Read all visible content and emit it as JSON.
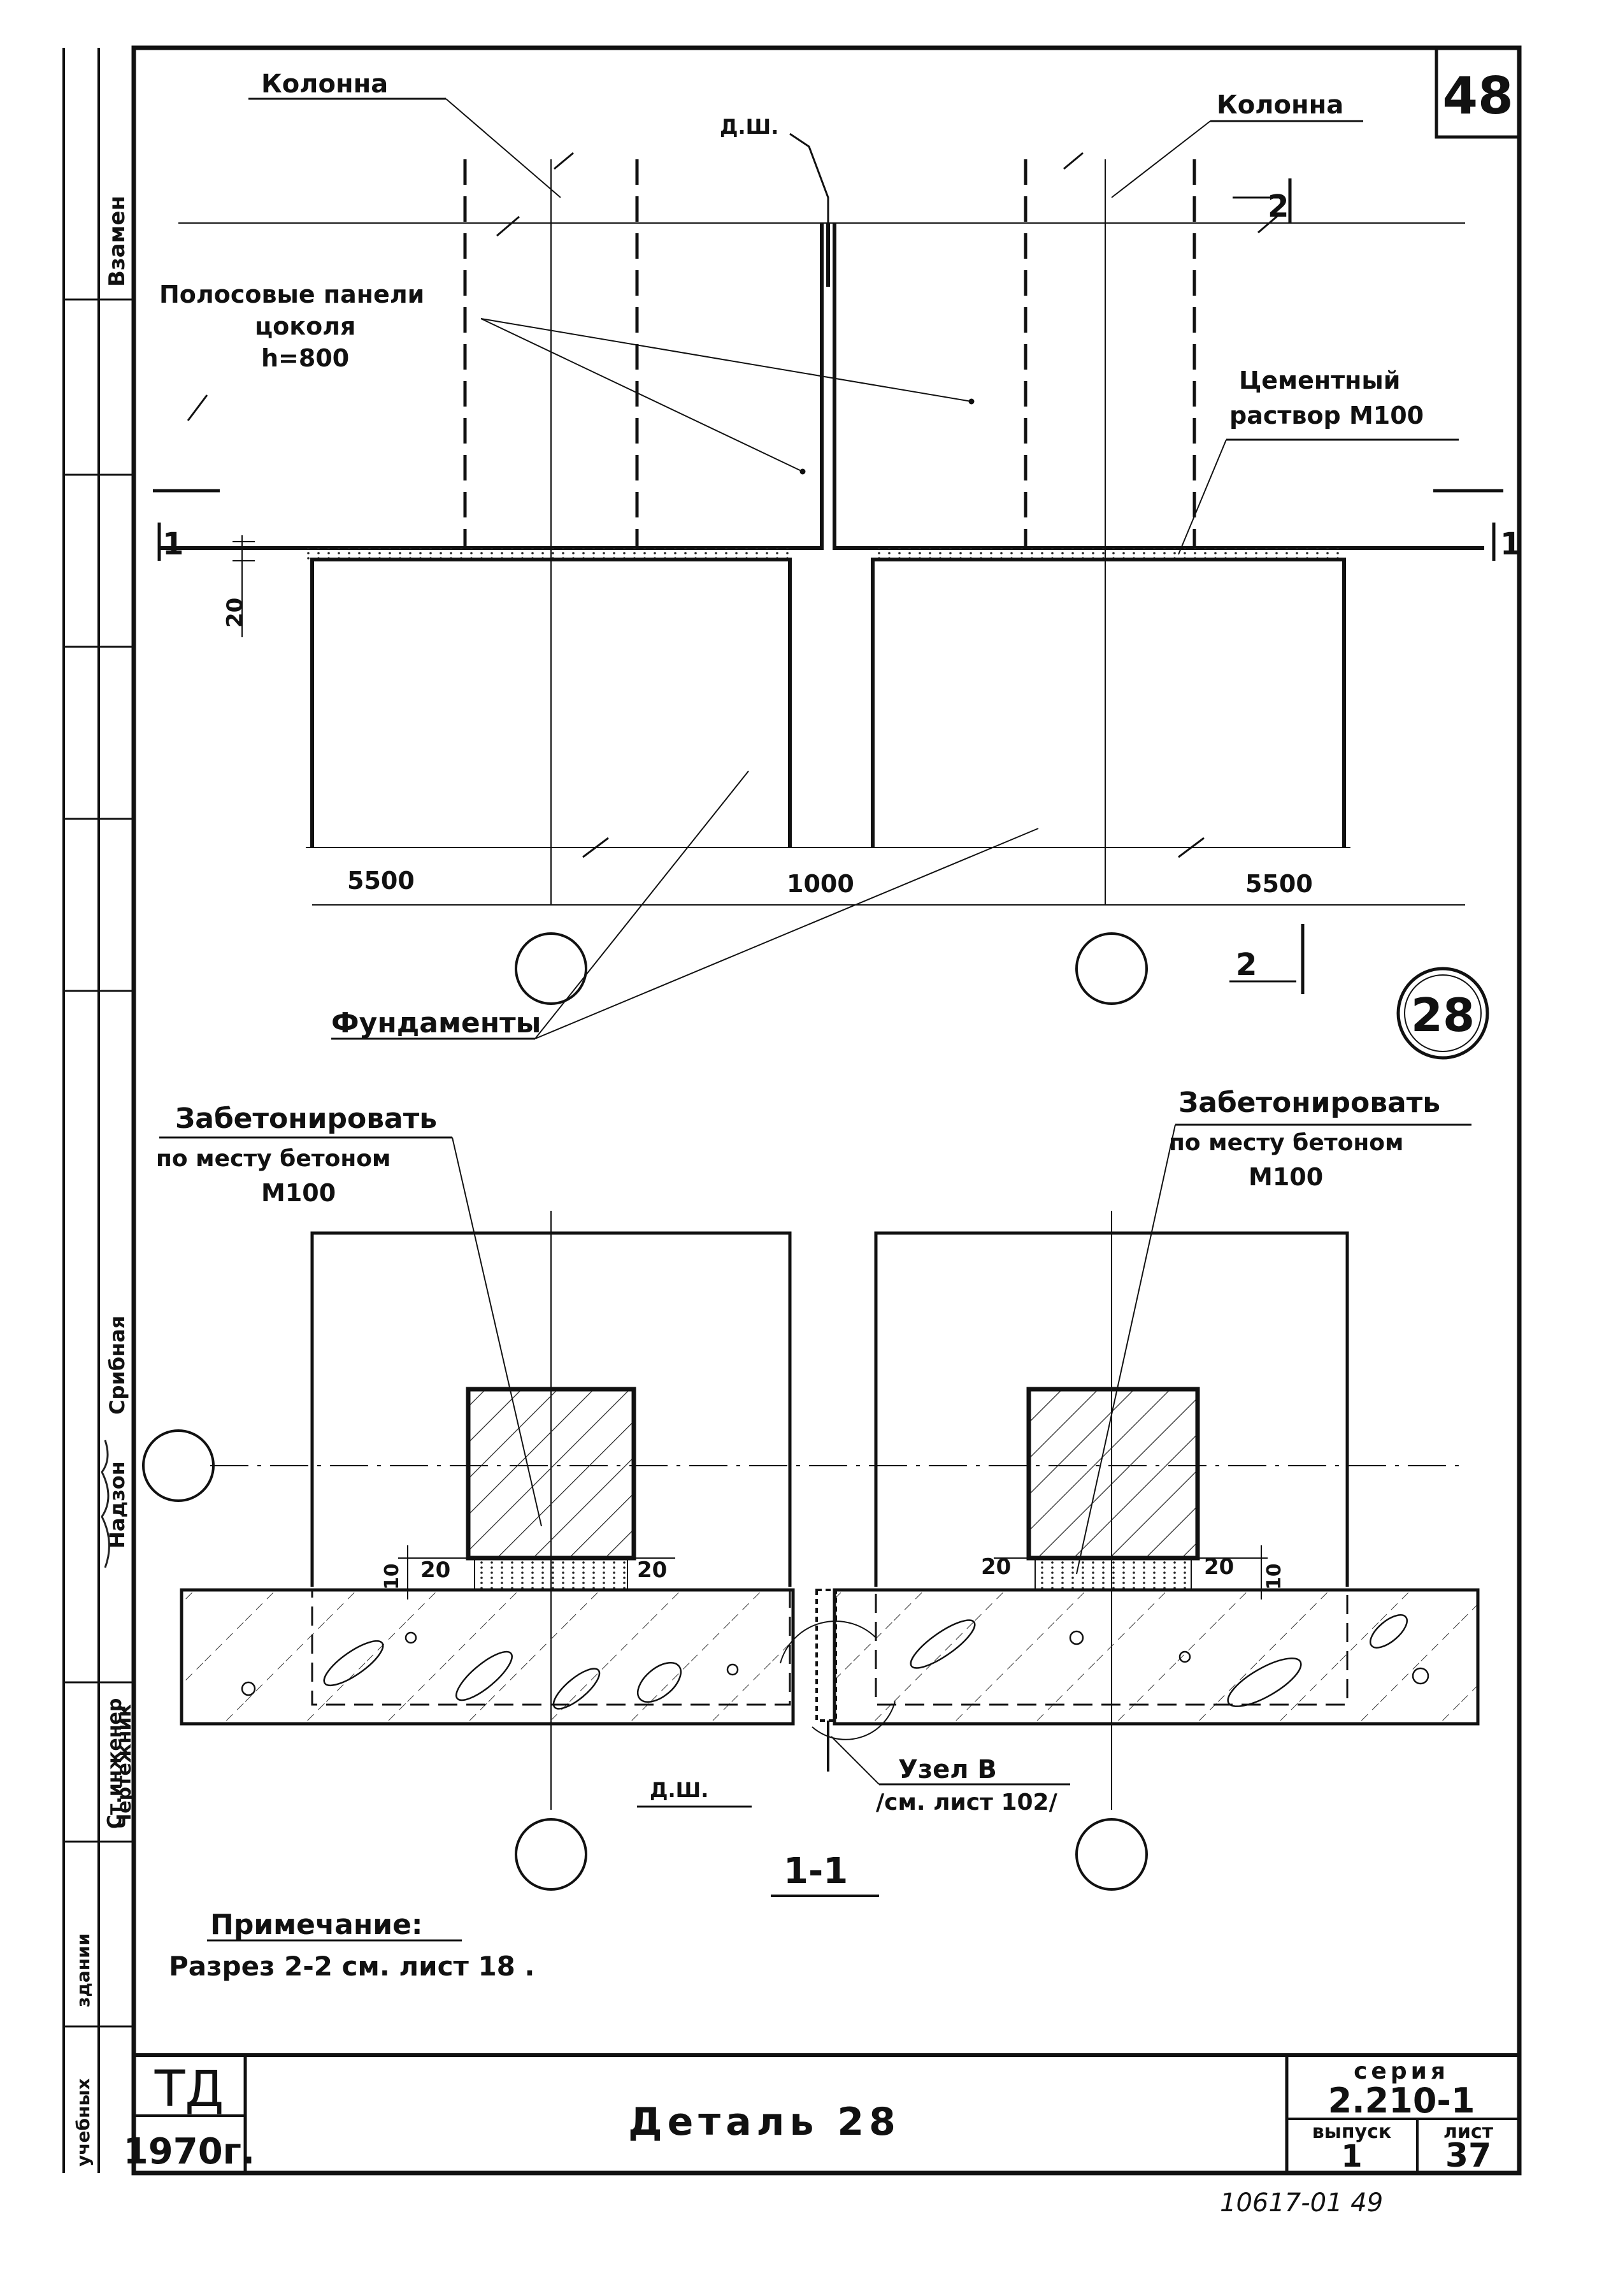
{
  "sheet_number": "48",
  "top_plan": {
    "column_left_label": "Колонна",
    "column_right_label": "Колонна",
    "expansion_joint_label": "Д.Ш.",
    "strip_panels_label": [
      "Полосовые панели",
      "цоколя",
      "h=800"
    ],
    "cement_mortar_label": [
      "Цементный",
      "раствор М100"
    ],
    "foundations_label": "Фундаменты",
    "section_mark_1_left": "1",
    "section_mark_1_right": "1",
    "section_mark_2_top": "2",
    "section_mark_2_bottom": "2",
    "dim_gap": "20",
    "dim_left": "5500",
    "dim_mid": "1000",
    "dim_right": "5500",
    "detail_circle": "28"
  },
  "bottom_section": {
    "concrete_left_label": [
      "Забетонировать",
      "по месту бетоном",
      "М100"
    ],
    "concrete_right_label": [
      "Забетонировать",
      "по месту бетоном",
      "М100"
    ],
    "dim_20_a": "20",
    "dim_20_b": "20",
    "dim_20_c": "20",
    "dim_20_d": "20",
    "dim_10_left": "10",
    "dim_10_right": "10",
    "expansion_joint_label": "Д.Ш.",
    "node_label": [
      "Узел В",
      "/см. лист 102/"
    ],
    "section_title": "1-1"
  },
  "notes": {
    "heading": "Примечание:",
    "text": "Разрез 2-2 см. лист 18 ."
  },
  "side_stamp": {
    "col1": "Взамен",
    "col2_a": "Ст.инженер",
    "col2_b": "Чертежник",
    "col3_a": "Надзон",
    "col3_b": "Срибная",
    "col4": "здании",
    "col5": "учебных"
  },
  "title_block": {
    "org": "ТД",
    "year": "1970г.",
    "title": "Деталь 28",
    "series_label": "серия",
    "series_value": "2.210-1",
    "issue_label": "выпуск",
    "issue_value": "1",
    "sheet_label": "лист",
    "sheet_value": "37"
  },
  "footer_code": "10617-01 49"
}
